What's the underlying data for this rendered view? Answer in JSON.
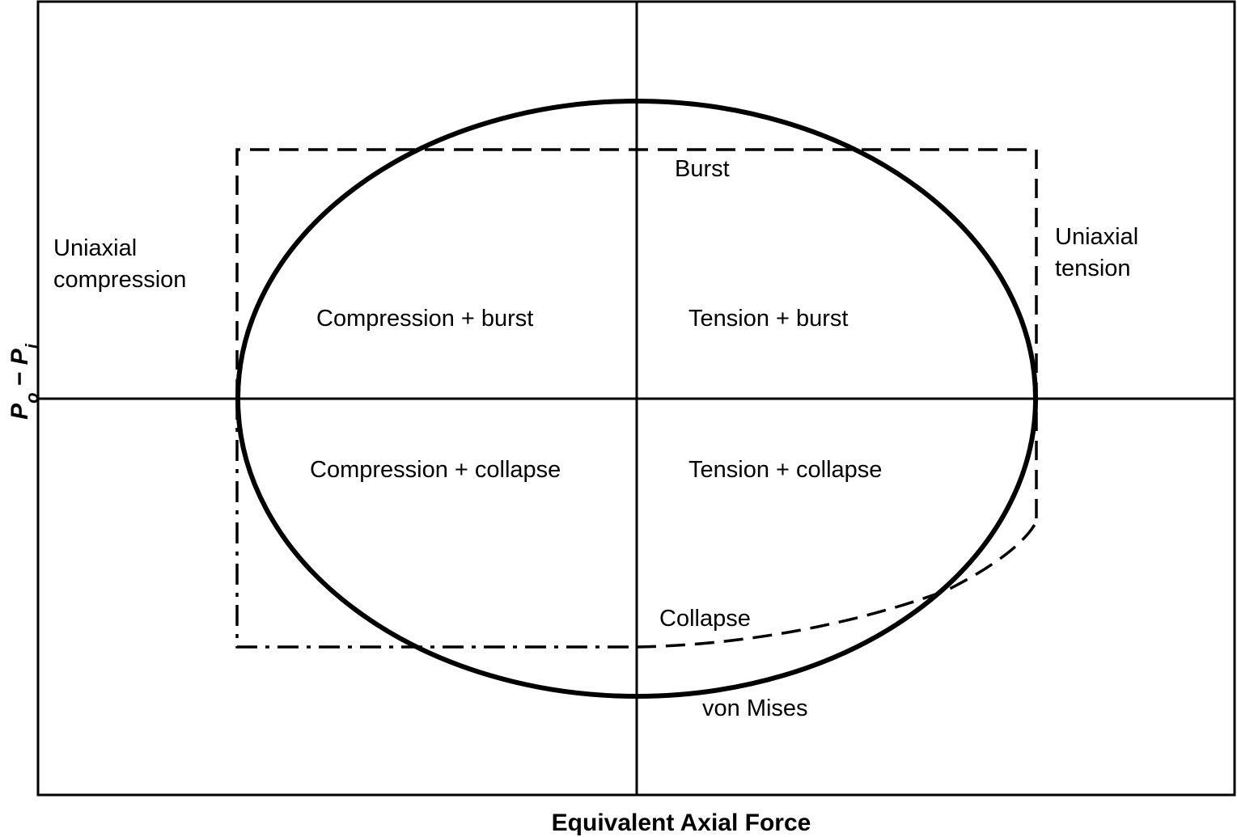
{
  "diagram": {
    "x_axis_title": "Equivalent Axial Force",
    "y_axis_title": {
      "p1": "P",
      "sub1": "o",
      "minus": " − ",
      "p2": "P",
      "sub2": "i"
    },
    "labels": {
      "burst": "Burst",
      "collapse": "Collapse",
      "von_mises": "von Mises",
      "uniaxial_compression_line1": "Uniaxial",
      "uniaxial_compression_line2": "compression",
      "uniaxial_tension_line1": "Uniaxial",
      "uniaxial_tension_line2": "tension",
      "compression_burst": "Compression + burst",
      "tension_burst": "Tension + burst",
      "compression_collapse": "Compression + collapse",
      "tension_collapse": "Tension + collapse"
    },
    "colors": {
      "line": "#000000",
      "background": "#ffffff"
    }
  }
}
